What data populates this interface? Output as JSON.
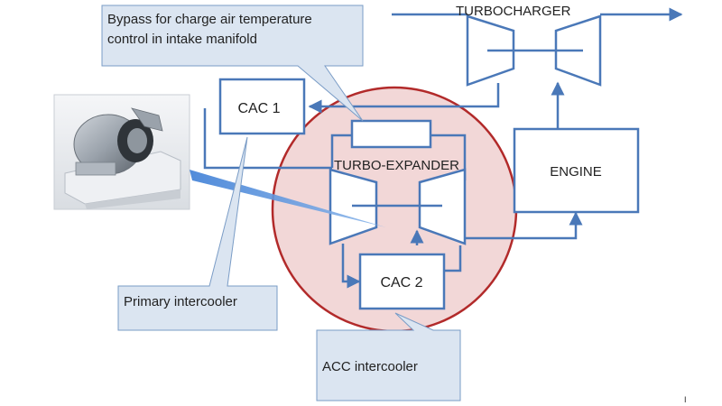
{
  "diagram": {
    "turbocharger_label": "TURBOCHARGER",
    "turbo_expander_label": "TURBO-EXPANDER",
    "engine_label": "ENGINE",
    "cac1_label": "CAC 1",
    "cac2_label": "CAC 2",
    "bypass_callout_line1": "Bypass for charge air temperature",
    "bypass_callout_line2": "control in intake manifold",
    "primary_intercooler_callout": "Primary intercooler",
    "acc_intercooler_callout": "ACC intercooler",
    "slide_mark": "I"
  },
  "colors": {
    "flow_line": "#4a78b8",
    "callout_fill": "#dbe5f1",
    "callout_border": "#7a9cc6",
    "highlight_fill": "#f2d7d7",
    "highlight_border": "#b22a2a",
    "photo_background": "#e9ebee"
  },
  "icons": {
    "photo": "turbo-expander-photo"
  }
}
